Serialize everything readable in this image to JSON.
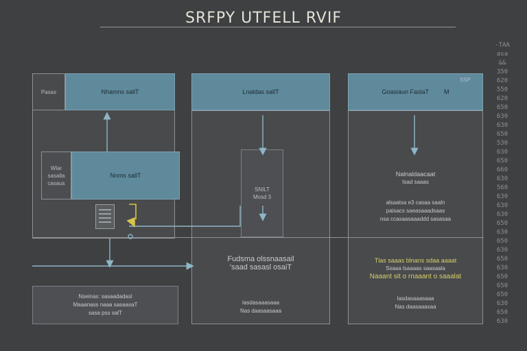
{
  "title": "SRFPY UTFELL RVIF",
  "column_a": {
    "tag": "Pasas",
    "header": "Nhamns sallT",
    "inner_tag_lines": [
      "Wlar",
      "sasalla",
      "casaus"
    ],
    "inner_header": "Nnms sallT"
  },
  "column_b": {
    "header": "Lnaldas sallT",
    "mid_lines": [
      "SNILT",
      "Mosd 3"
    ]
  },
  "column_c": {
    "header": "Goasiaun FaslaT",
    "header_tag": "M",
    "corner_tag": "SSP",
    "lines": [
      "Nalnaldaacaat",
      "Isad saaas",
      "alsaatsa e3 casaa saaln",
      "paisacs saeasaaadsaas",
      "nsa ccasaasaaaddd sasasaa"
    ]
  },
  "bottom_left": {
    "lines": [
      "Nseinas: sasaadadasl",
      "Maaanass naaa sasaasaT",
      "sasa pss salT"
    ]
  },
  "bottom_mid": {
    "line1": "Fudsma olssnaasail",
    "line2": "'saad sasasl osaiT",
    "sub_lines": [
      "Iasdasaaasaaa",
      "Nas daasaasaaa"
    ]
  },
  "bottom_right": {
    "line1": "Tlas saaas blnans sdaa aaaat",
    "line2": "Ssaaa lsaaaas saasaala",
    "line3": "Naaant sit o rnaaant o saaalat",
    "sub_lines": [
      "Iasdasaaasaaa",
      "Nas daasaaasaa"
    ]
  },
  "right_column": {
    "top_lines": [
      "-TAA",
      "asa",
      "&&"
    ],
    "numbers": [
      "350",
      "620",
      "550",
      "620",
      "650",
      "630",
      "630",
      "650",
      "530",
      "630",
      "650",
      "660",
      "630",
      "560",
      "630",
      "630",
      "630",
      "650",
      "630",
      "650",
      "630",
      "650",
      "630",
      "650",
      "650",
      "650",
      "630",
      "650",
      "630"
    ]
  }
}
